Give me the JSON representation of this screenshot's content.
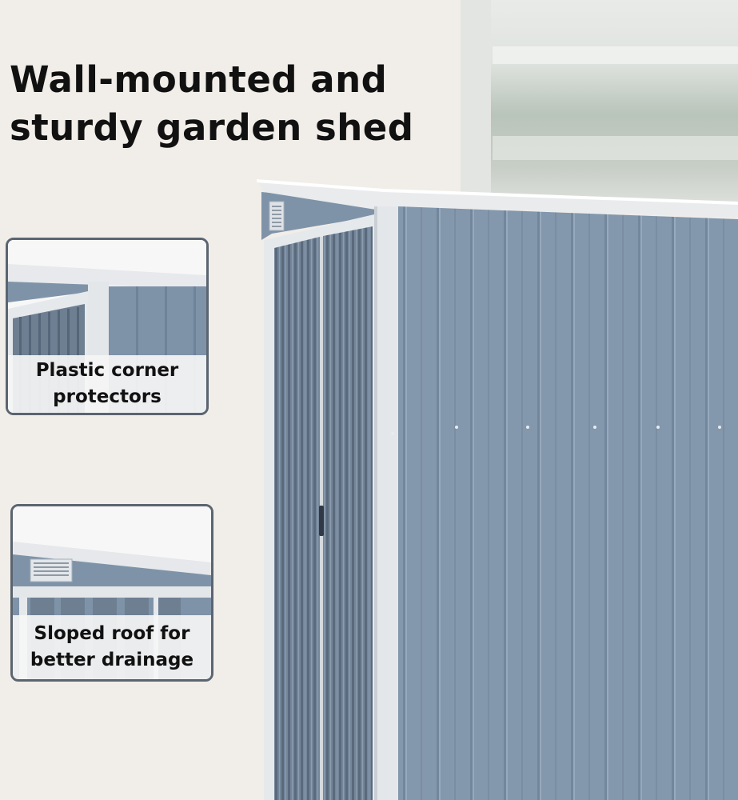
{
  "headline": {
    "line1": "Wall-mounted and",
    "line2": "sturdy garden shed"
  },
  "features": [
    {
      "line1": "Plastic corner",
      "line2": "protectors"
    },
    {
      "line1": "Sloped roof for",
      "line2": "better drainage"
    }
  ],
  "colors": {
    "background": "#f1ede8",
    "shed_panel": "#8397ad",
    "shed_door": "#6e7f92",
    "trim": "#e7e9eb",
    "inset_border": "#5b6570"
  }
}
